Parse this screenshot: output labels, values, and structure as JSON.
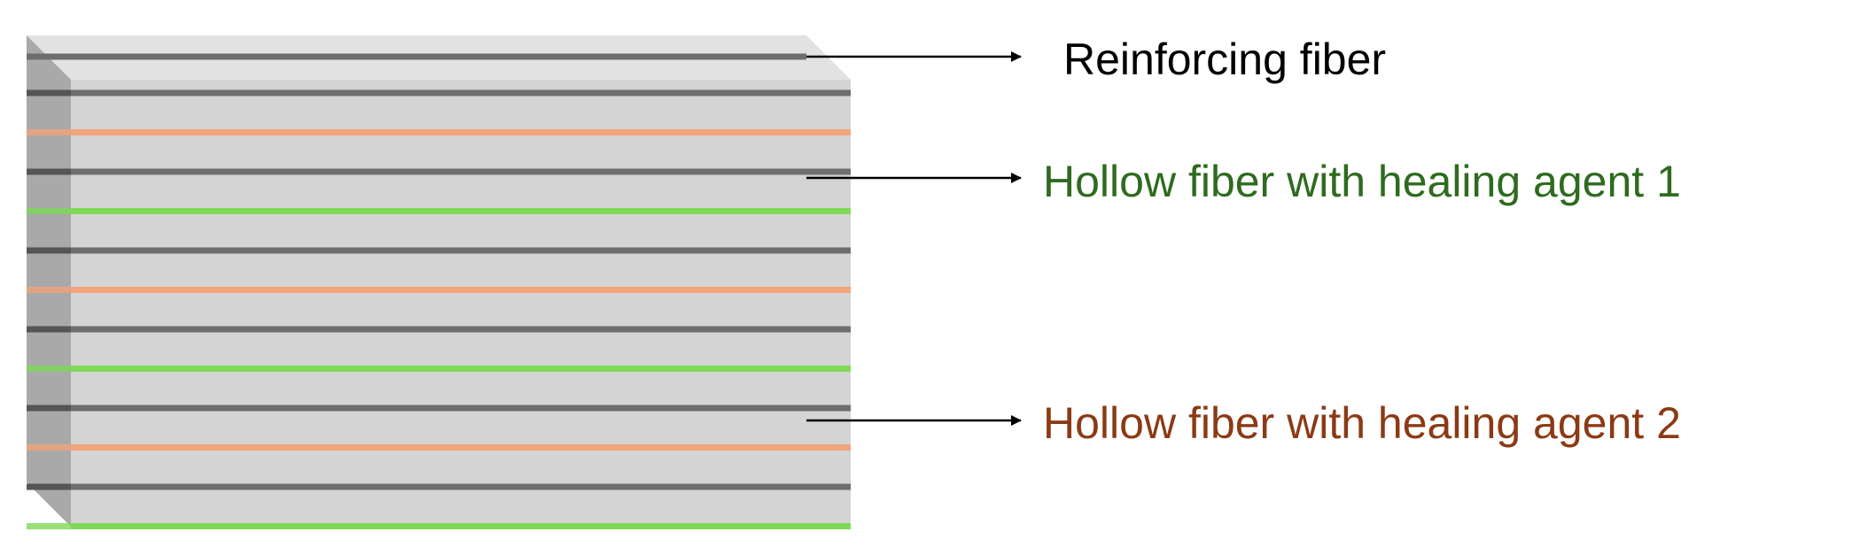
{
  "labels": {
    "reinforcing": "Reinforcing fiber",
    "healing_agent_1": "Hollow fiber with healing agent 1",
    "healing_agent_2": "Hollow fiber with healing agent 2"
  },
  "colors": {
    "panel_front": "#d4d4d4",
    "panel_top": "#e2e2e2",
    "panel_side": "#a9a9a9",
    "reinforcing_fiber": "#6e6e6e",
    "healing_agent_1_fiber": "#7ed957",
    "healing_agent_2_fiber": "#f2a47a",
    "label_reinforcing": "#000000",
    "label_healing_agent_1": "#2e6b1f",
    "label_healing_agent_2": "#8b3a14",
    "arrow": "#000000"
  },
  "fiber_sequence": [
    "reinforcing",
    "healing_agent_2",
    "reinforcing",
    "healing_agent_1",
    "reinforcing",
    "healing_agent_2",
    "reinforcing",
    "healing_agent_1",
    "reinforcing",
    "healing_agent_2",
    "reinforcing",
    "healing_agent_1"
  ]
}
